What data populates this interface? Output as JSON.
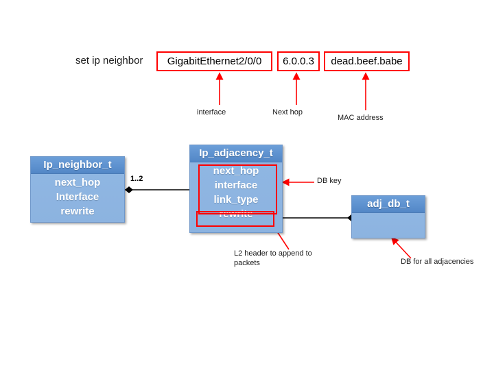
{
  "command": {
    "prefix_label": "set ip neighbor",
    "fields": [
      {
        "name": "interface",
        "value": "GigabitEthernet2/0/0",
        "callout": "interface"
      },
      {
        "name": "next_hop",
        "value": "6.0.0.3",
        "callout": "Next hop"
      },
      {
        "name": "mac",
        "value": "dead.beef.babe",
        "callout": "MAC address"
      }
    ]
  },
  "classes": {
    "ip_neighbor": {
      "title": "Ip_neighbor_t",
      "attributes": [
        "next_hop",
        "Interface",
        "rewrite"
      ]
    },
    "ip_adjacency": {
      "title": "Ip_adjacency_t",
      "attributes": [
        "next_hop",
        "interface",
        "link_type",
        "rewrite"
      ]
    },
    "adj_db": {
      "title": "adj_db_t",
      "attributes": []
    }
  },
  "annotations": {
    "multiplicity": "1..2",
    "db_key": "DB key",
    "l2_header_line1": "L2 header to append to",
    "l2_header_line2": "packets",
    "db_all_adjacencies": "DB for all adjacencies"
  },
  "colors": {
    "highlight": "#ff0000",
    "class_header": "#5f93d0",
    "class_body": "#8fb6e2",
    "connector": "#000000",
    "background": "#ffffff"
  }
}
